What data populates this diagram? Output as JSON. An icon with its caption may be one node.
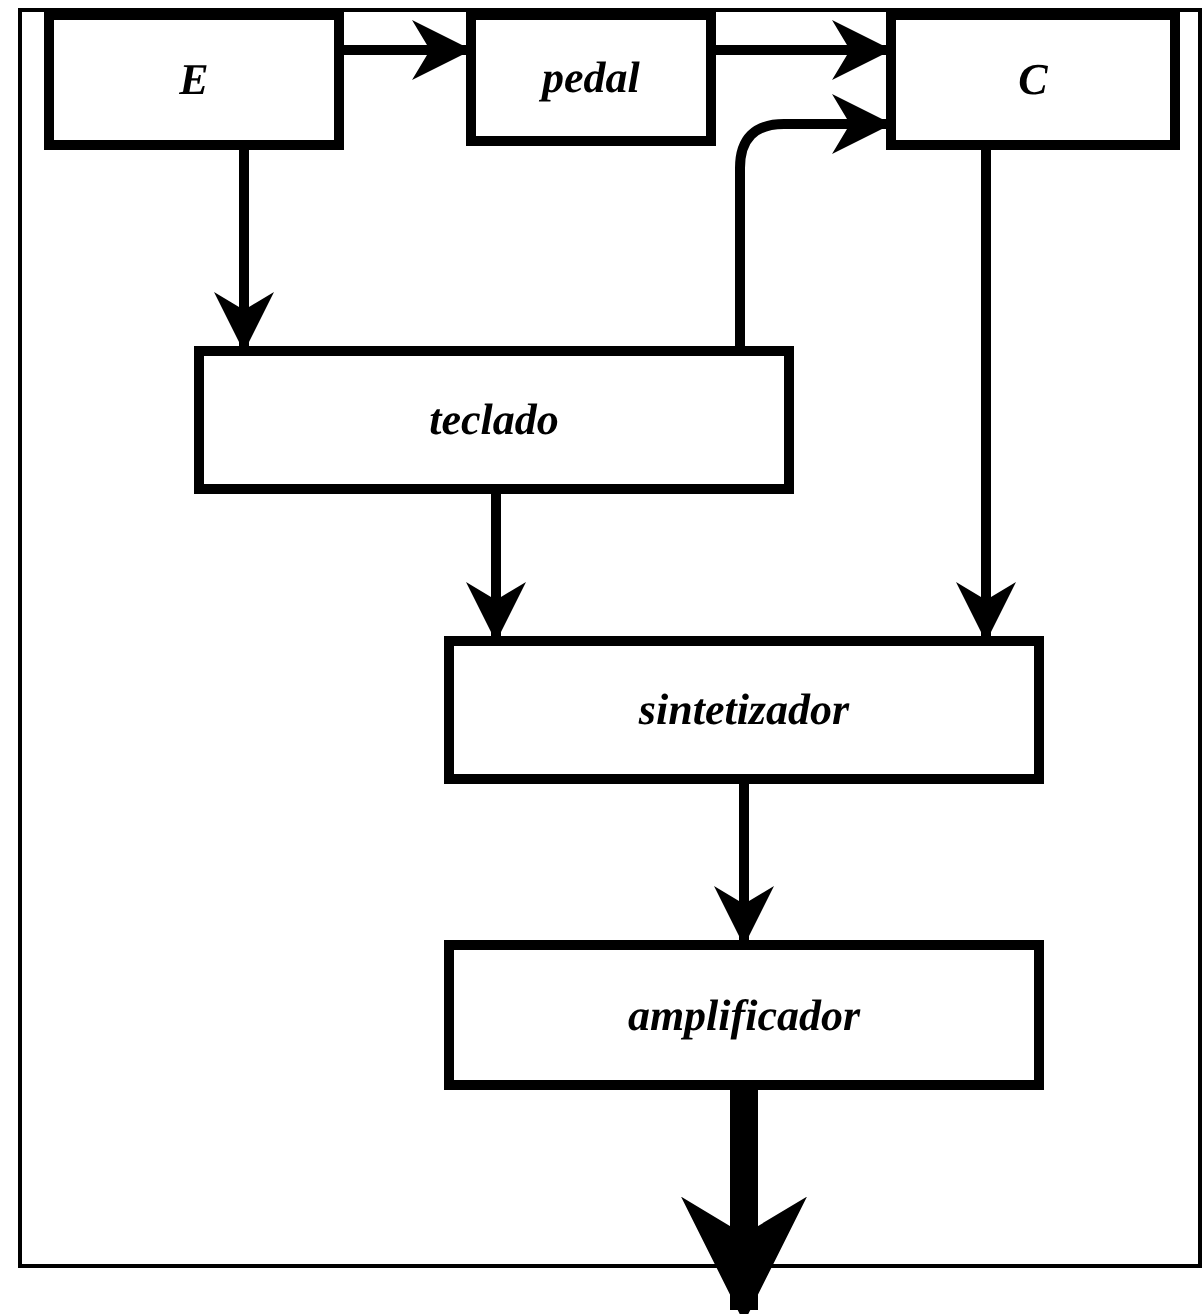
{
  "diagram": {
    "nodes": [
      {
        "text": [
          "E"
        ]
      },
      {
        "text": [
          "pedal"
        ]
      },
      {
        "text": [
          "C"
        ]
      },
      {
        "text": [
          "teclado"
        ]
      },
      {
        "text": [
          "sintetizador"
        ]
      },
      {
        "text": [
          "amplificador"
        ]
      }
    ],
    "edges": [
      {
        "from": 0,
        "to": 1,
        "arrow": "to"
      },
      {
        "from": 1,
        "to": 2,
        "arrow": "to"
      },
      {
        "from": 0,
        "to": 3,
        "arrow": "to"
      },
      {
        "from": 3,
        "to": 2,
        "arrow": "to"
      },
      {
        "from": 3,
        "to": 4,
        "arrow": "to"
      },
      {
        "from": 2,
        "to": 4,
        "arrow": "to"
      },
      {
        "from": 4,
        "to": 5,
        "arrow": "to"
      },
      {
        "from": 5,
        "to": null,
        "arrow": "to",
        "style": "thick"
      }
    ]
  }
}
